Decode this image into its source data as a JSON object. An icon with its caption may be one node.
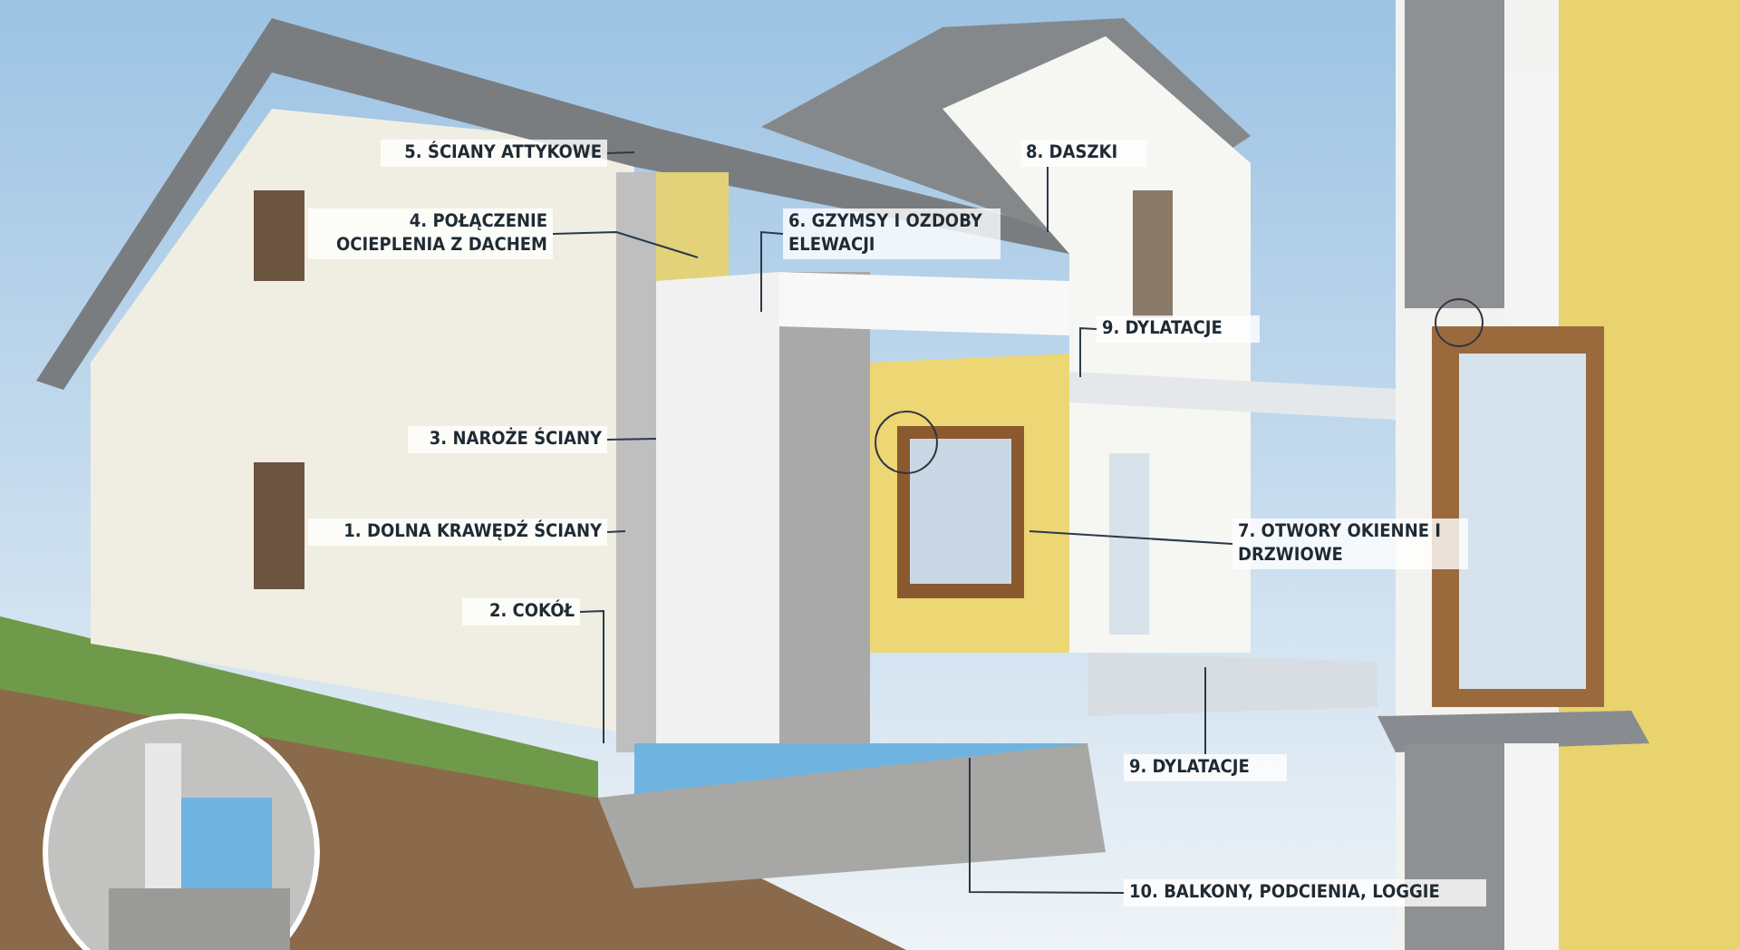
{
  "diagram": {
    "nodes": [
      {
        "text": [
          "5. ŚCIANY ATTYKOWE"
        ]
      },
      {
        "text": [
          "4. POŁĄCZENIE OCIEPLENIA Z DACHEM"
        ]
      },
      {
        "text": [
          "6. GZYMSY I OZDOBY ELEWACJI"
        ]
      },
      {
        "text": [
          "8. DASZKI"
        ]
      },
      {
        "text": [
          "9. DYLATACJE"
        ]
      },
      {
        "text": [
          "3. NAROŻE ŚCIANY"
        ]
      },
      {
        "text": [
          "1. DOLNA KRAWĘDŹ ŚCIANY"
        ]
      },
      {
        "text": [
          "7. OTWORY OKIENNE I DRZWIOWE"
        ]
      },
      {
        "text": [
          "2. COKÓŁ"
        ]
      },
      {
        "text": [
          "9. DYLATACJE"
        ]
      },
      {
        "text": [
          "10. BALKONY, PODCIENIA, LOGGIE"
        ]
      }
    ],
    "edges": [
      {
        "from": 0,
        "to": null,
        "arrow": "none"
      },
      {
        "from": 1,
        "to": null,
        "arrow": "none"
      },
      {
        "from": 2,
        "to": null,
        "arrow": "none"
      },
      {
        "from": 3,
        "to": null,
        "arrow": "none"
      },
      {
        "from": 4,
        "to": null,
        "arrow": "none"
      },
      {
        "from": 5,
        "to": null,
        "arrow": "none"
      },
      {
        "from": 6,
        "to": null,
        "arrow": "none"
      },
      {
        "from": 7,
        "to": null,
        "arrow": "none"
      },
      {
        "from": 8,
        "to": null,
        "arrow": "none"
      },
      {
        "from": 9,
        "to": null,
        "arrow": "none"
      },
      {
        "from": 10,
        "to": null,
        "arrow": "none"
      }
    ]
  }
}
